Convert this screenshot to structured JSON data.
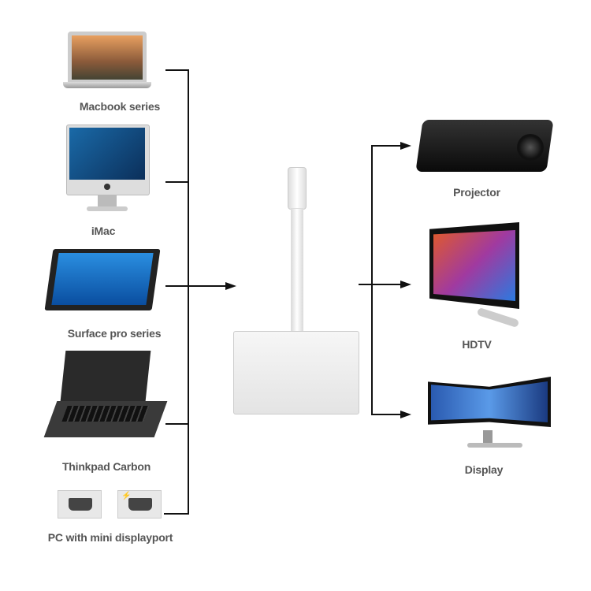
{
  "sources": [
    {
      "label": "Macbook series",
      "icon": "macbook-icon"
    },
    {
      "label": "iMac",
      "icon": "imac-icon"
    },
    {
      "label": "Surface pro series",
      "icon": "surface-pro-icon"
    },
    {
      "label": "Thinkpad Carbon",
      "icon": "thinkpad-icon"
    },
    {
      "label": "PC with mini displayport",
      "icon": "mini-displayport-icon"
    }
  ],
  "outputs": [
    {
      "label": "Projector",
      "icon": "projector-icon"
    },
    {
      "label": "HDTV",
      "icon": "hdtv-icon"
    },
    {
      "label": "Display",
      "icon": "curved-monitor-icon"
    }
  ],
  "adapter": {
    "icon": "usb-c-adapter-icon"
  }
}
